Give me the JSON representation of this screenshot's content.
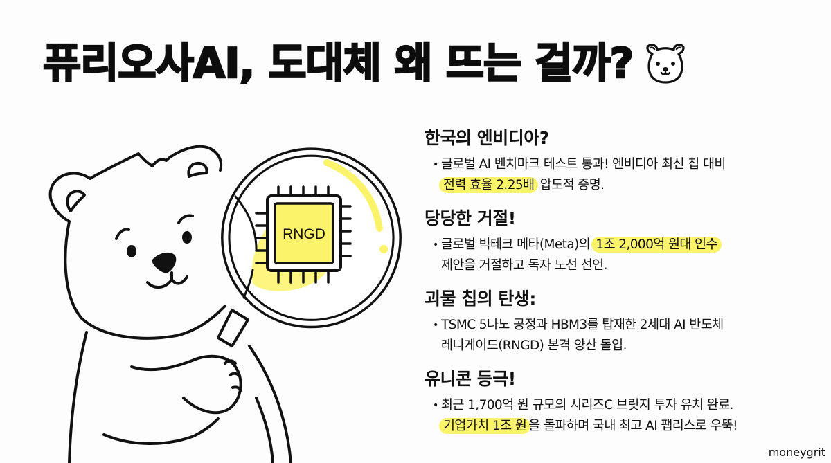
{
  "title": {
    "text": "퓨리오사AI, 도대체 왜 뜨는 걸까?",
    "emoji_icon": "bear-face-icon"
  },
  "illustration": {
    "subject": "bear-holding-magnifying-glass",
    "chip_label": "RNGD",
    "accent_color": "#fbf46a"
  },
  "sections": [
    {
      "heading": "한국의 엔비디아?",
      "lines": [
        {
          "plain_before": "글로벌 AI 벤치마크 테스트 통과! 엔비디아 최신 칩 대비",
          "highlight": "",
          "plain_after": ""
        },
        {
          "plain_before": "",
          "highlight": "전력 효율 2.25배",
          "plain_after": " 압도적 증명."
        }
      ]
    },
    {
      "heading": "당당한 거절!",
      "lines": [
        {
          "plain_before": "글로벌 빅테크 메타(Meta)의 ",
          "highlight": "1조 2,000억 원대 인수",
          "plain_after": ""
        },
        {
          "plain_before": "제안을 거절하고 독자 노선 선언.",
          "highlight": "",
          "plain_after": ""
        }
      ]
    },
    {
      "heading": "괴물 칩의 탄생:",
      "lines": [
        {
          "plain_before": "TSMC 5나노 공정과 HBM3를 탑재한 2세대 AI 반도체",
          "highlight": "",
          "plain_after": ""
        },
        {
          "plain_before": "레니게이드(RNGD) 본격 양산 돌입.",
          "highlight": "",
          "plain_after": ""
        }
      ]
    },
    {
      "heading": "유니콘 등극!",
      "lines": [
        {
          "plain_before": "최근 1,700억 원 규모의 시리즈C 브릿지 투자 유치 완료.",
          "highlight": "",
          "plain_after": ""
        },
        {
          "plain_before": "",
          "highlight": "기업가치 1조 원",
          "plain_after": "을 돌파하며 국내 최고 AI 팹리스로 우뚝!"
        }
      ]
    }
  ],
  "bullet_symbol": "•",
  "watermark": "moneygrit",
  "colors": {
    "highlight": "#fbf46a",
    "text": "#111111",
    "background": "#fdfdfd"
  }
}
